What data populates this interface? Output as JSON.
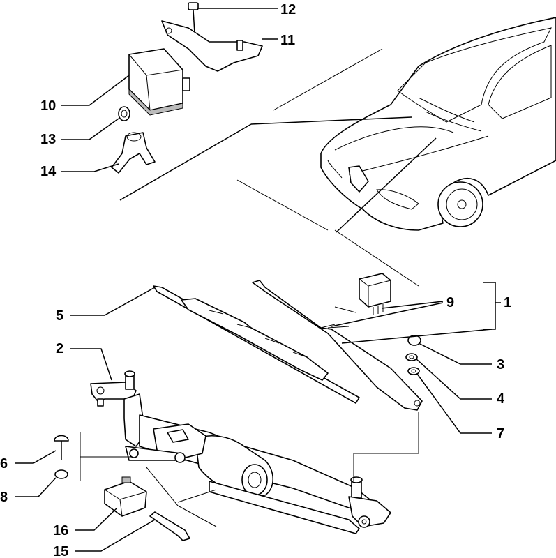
{
  "diagram": {
    "labels": {
      "p1": "1",
      "p2": "2",
      "p3": "3",
      "p4": "4",
      "p5": "5",
      "p6": "6",
      "p7": "7",
      "p8": "8",
      "p9": "9",
      "p10": "10",
      "p11": "11",
      "p12": "12",
      "p13": "13",
      "p14": "14",
      "p15": "15",
      "p16": "16"
    },
    "parts": [
      "car-illustration",
      "control-unit",
      "mounting-bracket",
      "bolt",
      "grommet-ring",
      "connector-clip",
      "wiper-blade",
      "wiper-arm",
      "washer-relay",
      "nut-cap",
      "washer",
      "spacer-ring",
      "wiper-linkage-motor",
      "pivot-bolt",
      "bushing",
      "electrical-connector",
      "terminal-pin"
    ]
  }
}
